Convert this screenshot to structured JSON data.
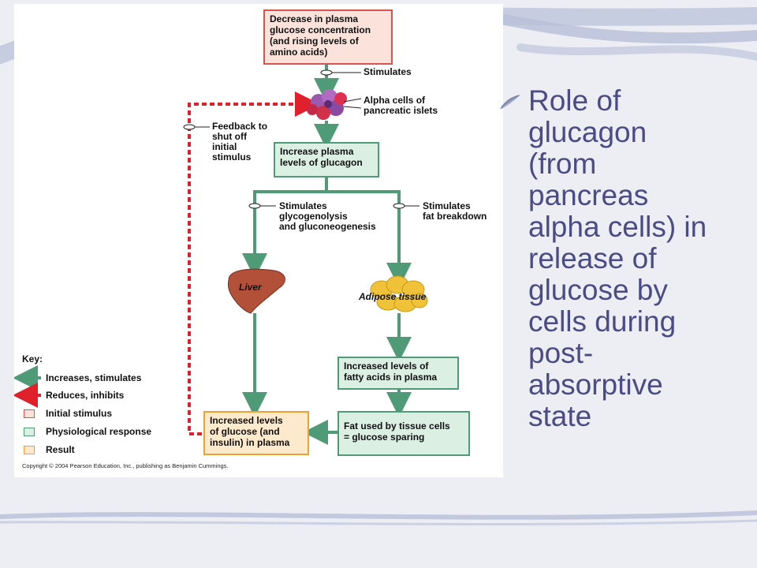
{
  "slide": {
    "caption": "Role of\nglucagon\n(from\npancreas\nalpha cells) in\nrelease of\nglucose by\ncells during\npost-\nabsorptive\nstate",
    "bullet_icon": "quill-bullet-icon"
  },
  "diagram": {
    "start_box": "Decrease in plasma\nglucose concentration\n(and rising levels of\namino acids)",
    "stimulates_top": "Stimulates",
    "alpha_cells_label": "Alpha cells of\npancreatic islets",
    "feedback_label": "Feedback to\nshut off\ninitial\nstimulus",
    "glucagon_box": "Increase plasma\nlevels of glucagon",
    "stimulates_left": "Stimulates\nglycogenolysis\nand gluconeogenesis",
    "stimulates_right": "Stimulates\nfat breakdown",
    "liver_label": "Liver",
    "adipose_label": "Adipose tissue",
    "fatty_acids_box": "Increased levels of\nfatty acids in plasma",
    "fat_used_box": "Fat used by tissue cells\n= glucose sparing",
    "result_box": "Increased levels\nof glucose (and\ninsulin) in plasma",
    "key": {
      "title": "Key:",
      "items": [
        "Increases, stimulates",
        "Reduces, inhibits",
        "Initial stimulus",
        "Physiological response",
        "Result"
      ]
    },
    "copyright": "Copyright © 2004 Pearson Education, Inc., publishing as Benjamin Cummings.",
    "colors": {
      "green_arrow": "#4f9b78",
      "red_arrow": "#e0202a",
      "initial_stimulus": "#fbe3dc",
      "physiological_response": "#dcefe3",
      "result": "#fde9cc",
      "caption_text": "#4b4c85"
    }
  }
}
